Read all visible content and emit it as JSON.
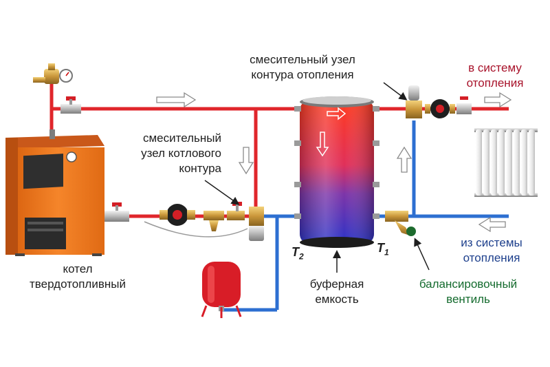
{
  "labels": {
    "mixing_heating_line1": "смесительный узел",
    "mixing_heating_line2": "контура отопления",
    "to_system_line1": "в систему",
    "to_system_line2": "отопления",
    "mixing_boiler_line1": "смесительный",
    "mixing_boiler_line2": "узел котлового",
    "mixing_boiler_line3": "контура",
    "from_system_line1": "из системы",
    "from_system_line2": "отопления",
    "boiler_line1": "котел",
    "boiler_line2": "твердотопливный",
    "buffer_line1": "буферная",
    "buffer_line2": "емкость",
    "valve_line1": "балансировочный",
    "valve_line2": "вентиль",
    "t2_letter": "T",
    "t2_index": "2",
    "t1_letter": "T",
    "t1_index": "1"
  },
  "colors": {
    "hot_pipe": "#e0262b",
    "cold_pipe": "#2d6fd1",
    "boiler_body": "#f07a1e",
    "tank_hot": "#ff3b1f",
    "tank_cold": "#2a33c8",
    "label_red": "#a8122a",
    "label_blue": "#1d3f8c",
    "label_green": "#146b2e",
    "text": "#1e1e1e"
  },
  "icons": [
    "boiler-icon",
    "buffer-tank-icon",
    "radiator-icon",
    "expansion-tank-icon",
    "pump-icon",
    "valve-icon",
    "filter-icon",
    "thermometer-icon",
    "pressure-gauge-icon",
    "flow-arrow-icon"
  ]
}
